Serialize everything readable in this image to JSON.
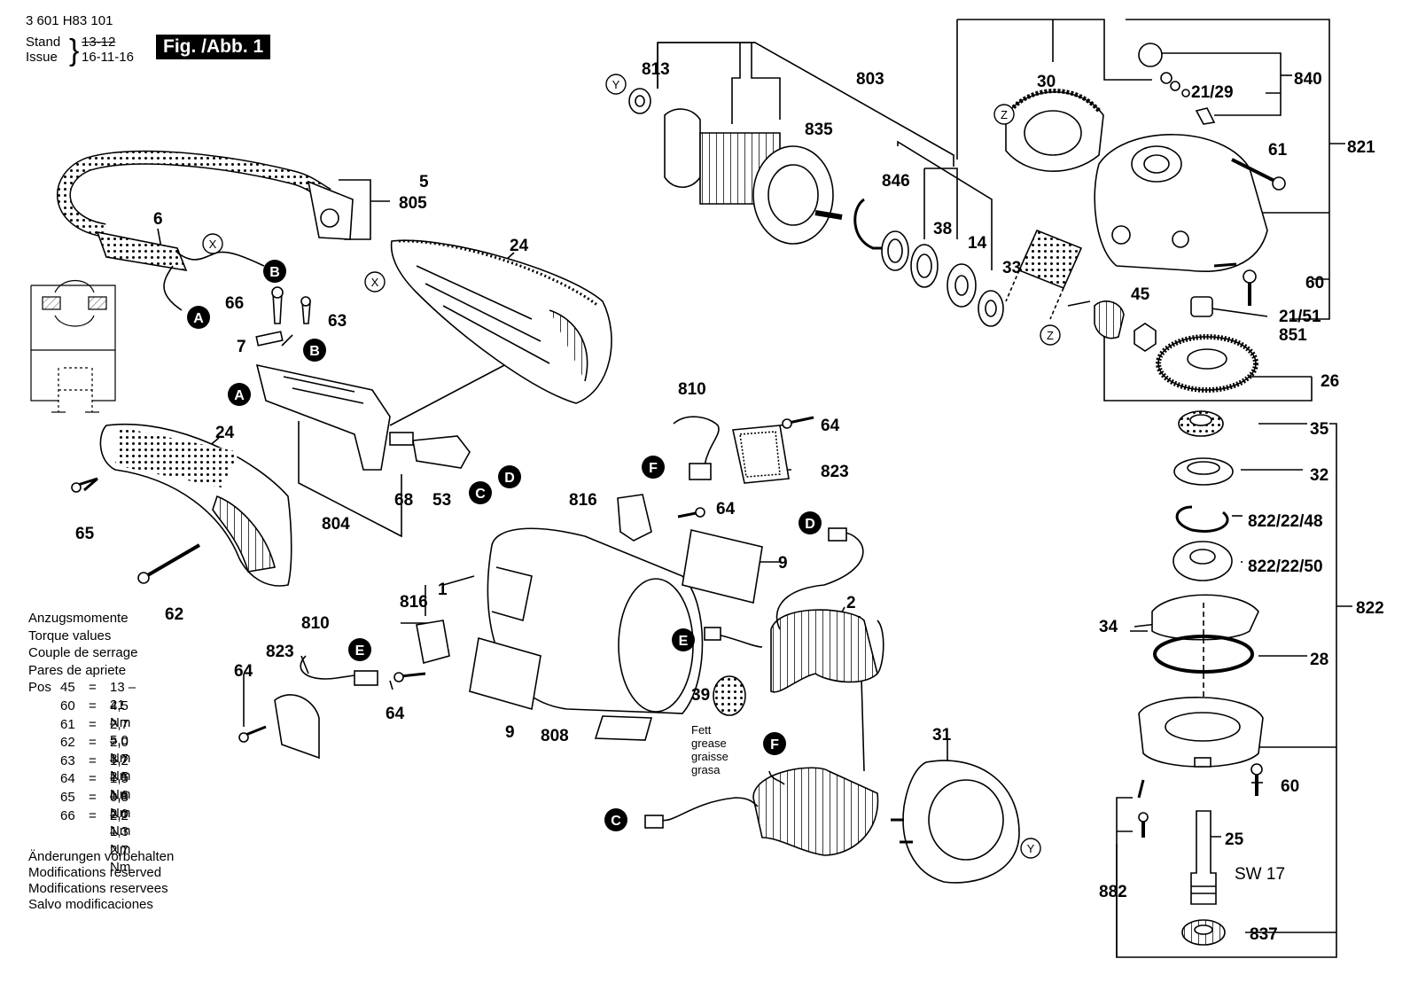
{
  "header": {
    "part_number": "3 601 H83 101",
    "stand_label": "Stand",
    "issue_label": "Issue",
    "stand_value": "13-12",
    "issue_value": "16-11-16",
    "figure_label": "Fig. /Abb. 1"
  },
  "torque": {
    "headings": [
      "Anzugsmomente",
      "Torque values",
      "Couple de serrage",
      "Pares de apriete"
    ],
    "pos_label": "Pos",
    "rows": [
      {
        "pos": "45",
        "eq": "=",
        "value": "13 – 21 Nm"
      },
      {
        "pos": "60",
        "eq": "=",
        "value": "4,5 – 5,0 Nm"
      },
      {
        "pos": "61",
        "eq": "=",
        "value": "2,7 – 3,7 Nm"
      },
      {
        "pos": "62",
        "eq": "=",
        "value": "2,0 – 2,5 Nm"
      },
      {
        "pos": "63",
        "eq": "=",
        "value": "1,2 – 1,6 Nm"
      },
      {
        "pos": "64",
        "eq": "=",
        "value": "1,5 – 2,0 Nm"
      },
      {
        "pos": "65",
        "eq": "=",
        "value": "0,8 – 1,3 Nm"
      },
      {
        "pos": "66",
        "eq": "=",
        "value": "2,2 – 2,7 Nm"
      }
    ]
  },
  "modifications": [
    "Änderungen vorbehalten",
    "Modifications reserved",
    "Modifications reservees",
    "Salvo modificaciones"
  ],
  "grease_note": [
    "Fett",
    "grease",
    "graisse",
    "grasa"
  ],
  "sw_label": "SW 17",
  "part_labels": {
    "p813": "813",
    "p803": "803",
    "p30": "30",
    "p840": "840",
    "p2129": "21/29",
    "p835": "835",
    "p821": "821",
    "p61": "61",
    "p846": "846",
    "p38": "38",
    "p14": "14",
    "p33": "33",
    "p45": "45",
    "p60a": "60",
    "p2151": "21/51",
    "p851": "851",
    "p26": "26",
    "p5": "5",
    "p805": "805",
    "p6": "6",
    "p24a": "24",
    "p66": "66",
    "p63": "63",
    "p7": "7",
    "p24b": "24",
    "p65": "65",
    "p62": "62",
    "p68": "68",
    "p53": "53",
    "p804": "804",
    "p810a": "810",
    "p64a": "64",
    "p823a": "823",
    "p816a": "816",
    "p64b": "64",
    "p9a": "9",
    "p1": "1",
    "p2": "2",
    "p816b": "816",
    "p810b": "810",
    "p823b": "823",
    "p64c": "64",
    "p64d": "64",
    "p9b": "9",
    "p808": "808",
    "p39": "39",
    "p31": "31",
    "p35": "35",
    "p32": "32",
    "p8222248": "822/22/48",
    "p8222250": "822/22/50",
    "p822": "822",
    "p34": "34",
    "p28": "28",
    "p60b": "60",
    "p25": "25",
    "p882": "882",
    "p837": "837"
  },
  "callouts": {
    "A": "A",
    "B": "B",
    "C": "C",
    "D": "D",
    "E": "E",
    "F": "F",
    "X": "X",
    "Y": "Y",
    "Z": "Z"
  }
}
